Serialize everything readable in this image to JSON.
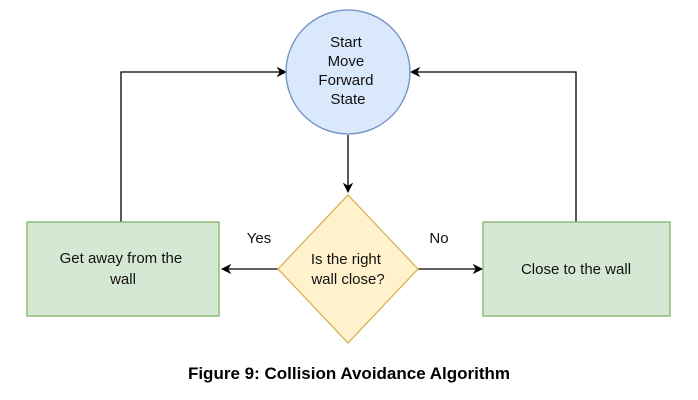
{
  "nodes": {
    "start": {
      "lines": [
        "Start",
        "Move",
        "Forward",
        "State"
      ]
    },
    "decision": {
      "lines": [
        "Is the right",
        "wall close?"
      ]
    },
    "yes_action": {
      "lines": [
        "Get away from the",
        "wall"
      ]
    },
    "no_action": {
      "lines": [
        "Close to the wall"
      ]
    }
  },
  "edges": {
    "yes_label": "Yes",
    "no_label": "No"
  },
  "caption": "Figure 9: Collision Avoidance Algorithm",
  "colors": {
    "circle_fill": "#dae8fc",
    "circle_stroke": "#6c8ebf",
    "diamond_fill": "#fff2cc",
    "diamond_stroke": "#d6b656",
    "box_fill": "#d5e8d4",
    "box_stroke": "#82b366",
    "line": "#000000"
  }
}
